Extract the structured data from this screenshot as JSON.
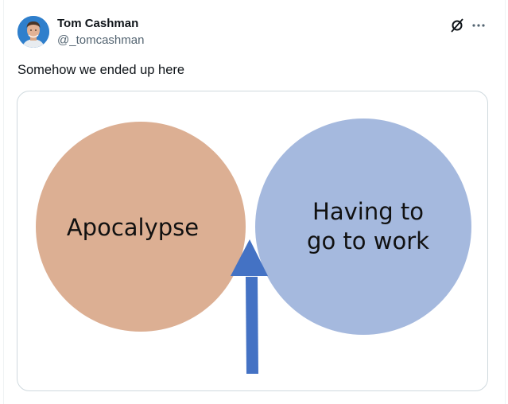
{
  "tweet": {
    "author": {
      "display_name": "Tom Cashman",
      "handle": "@_tomcashman",
      "avatar_color": "#2f7fcc"
    },
    "text": "Somehow we ended up here",
    "actions": {
      "grok_icon": "grok-icon",
      "more_icon": "more-icon"
    }
  },
  "diagram": {
    "type": "venn",
    "left_circle": {
      "label": "Apocalypse",
      "color": "#dcaf93"
    },
    "right_circle": {
      "label_line1": "Having to",
      "label_line2": "go to work",
      "color": "#a5b9de"
    },
    "overlap_color": "#9b8fa8",
    "arrow": {
      "color": "#4472c4",
      "direction": "up",
      "points_to": "intersection"
    }
  }
}
